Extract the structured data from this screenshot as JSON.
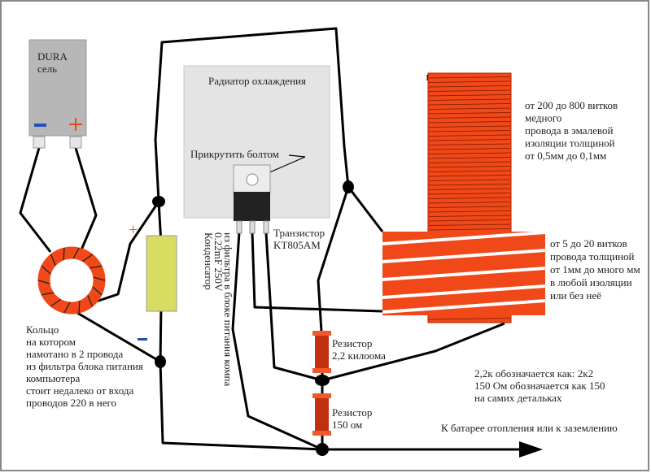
{
  "colors": {
    "coil": "#f04818",
    "resistor_body": "#c0300e",
    "resistor_cap": "#f05a28",
    "capacitor": "#d8dc60",
    "battery": "#b7b7b7",
    "radiator": "#e4e4e4",
    "plus": "#f04818",
    "minus": "#1f4fbf"
  },
  "battery": {
    "brand": "DURA",
    "brand2": "сель",
    "minus": "−",
    "plus": "+"
  },
  "radiator": {
    "label": "Радиатор охлаждения",
    "bolt_label": "Прикрутить болтом"
  },
  "transistor": {
    "line1": "Транзистор",
    "line2": "KT805AM"
  },
  "capacitor": {
    "line1": "Конденсатор",
    "line2": "0.22mF  250V",
    "line3": "из фильтра в блоке питания компа",
    "plus": "+",
    "minus": "−"
  },
  "ring": {
    "lines": [
      "Кольцо",
      "на котором",
      "намотано в 2 провода",
      "из фильтра блока питания",
      "компьютера",
      "стоит недалеко от входа",
      "проводов 220 в него"
    ]
  },
  "coil_primary": {
    "lines": [
      "от 200 до 800 витков",
      "медного",
      "провода в эмалевой",
      "изоляции толщиной",
      "от 0,5мм до 0,1мм"
    ]
  },
  "coil_secondary": {
    "lines": [
      "от 5 до 20 витков",
      "провода толщиной",
      "от 1мм до много мм",
      "в любой изоляции",
      "или без неё"
    ]
  },
  "resistor1": {
    "line1": "Резистор",
    "line2": "2,2 килоома"
  },
  "resistor2": {
    "line1": "Резистор",
    "line2": "150 ом"
  },
  "note": {
    "lines": [
      "2,2к обозначается как: 2к2",
      "150 Ом обозначается как 150",
      "на самих детальках"
    ]
  },
  "ground": {
    "label": "К батарее отопления или к заземлению"
  }
}
